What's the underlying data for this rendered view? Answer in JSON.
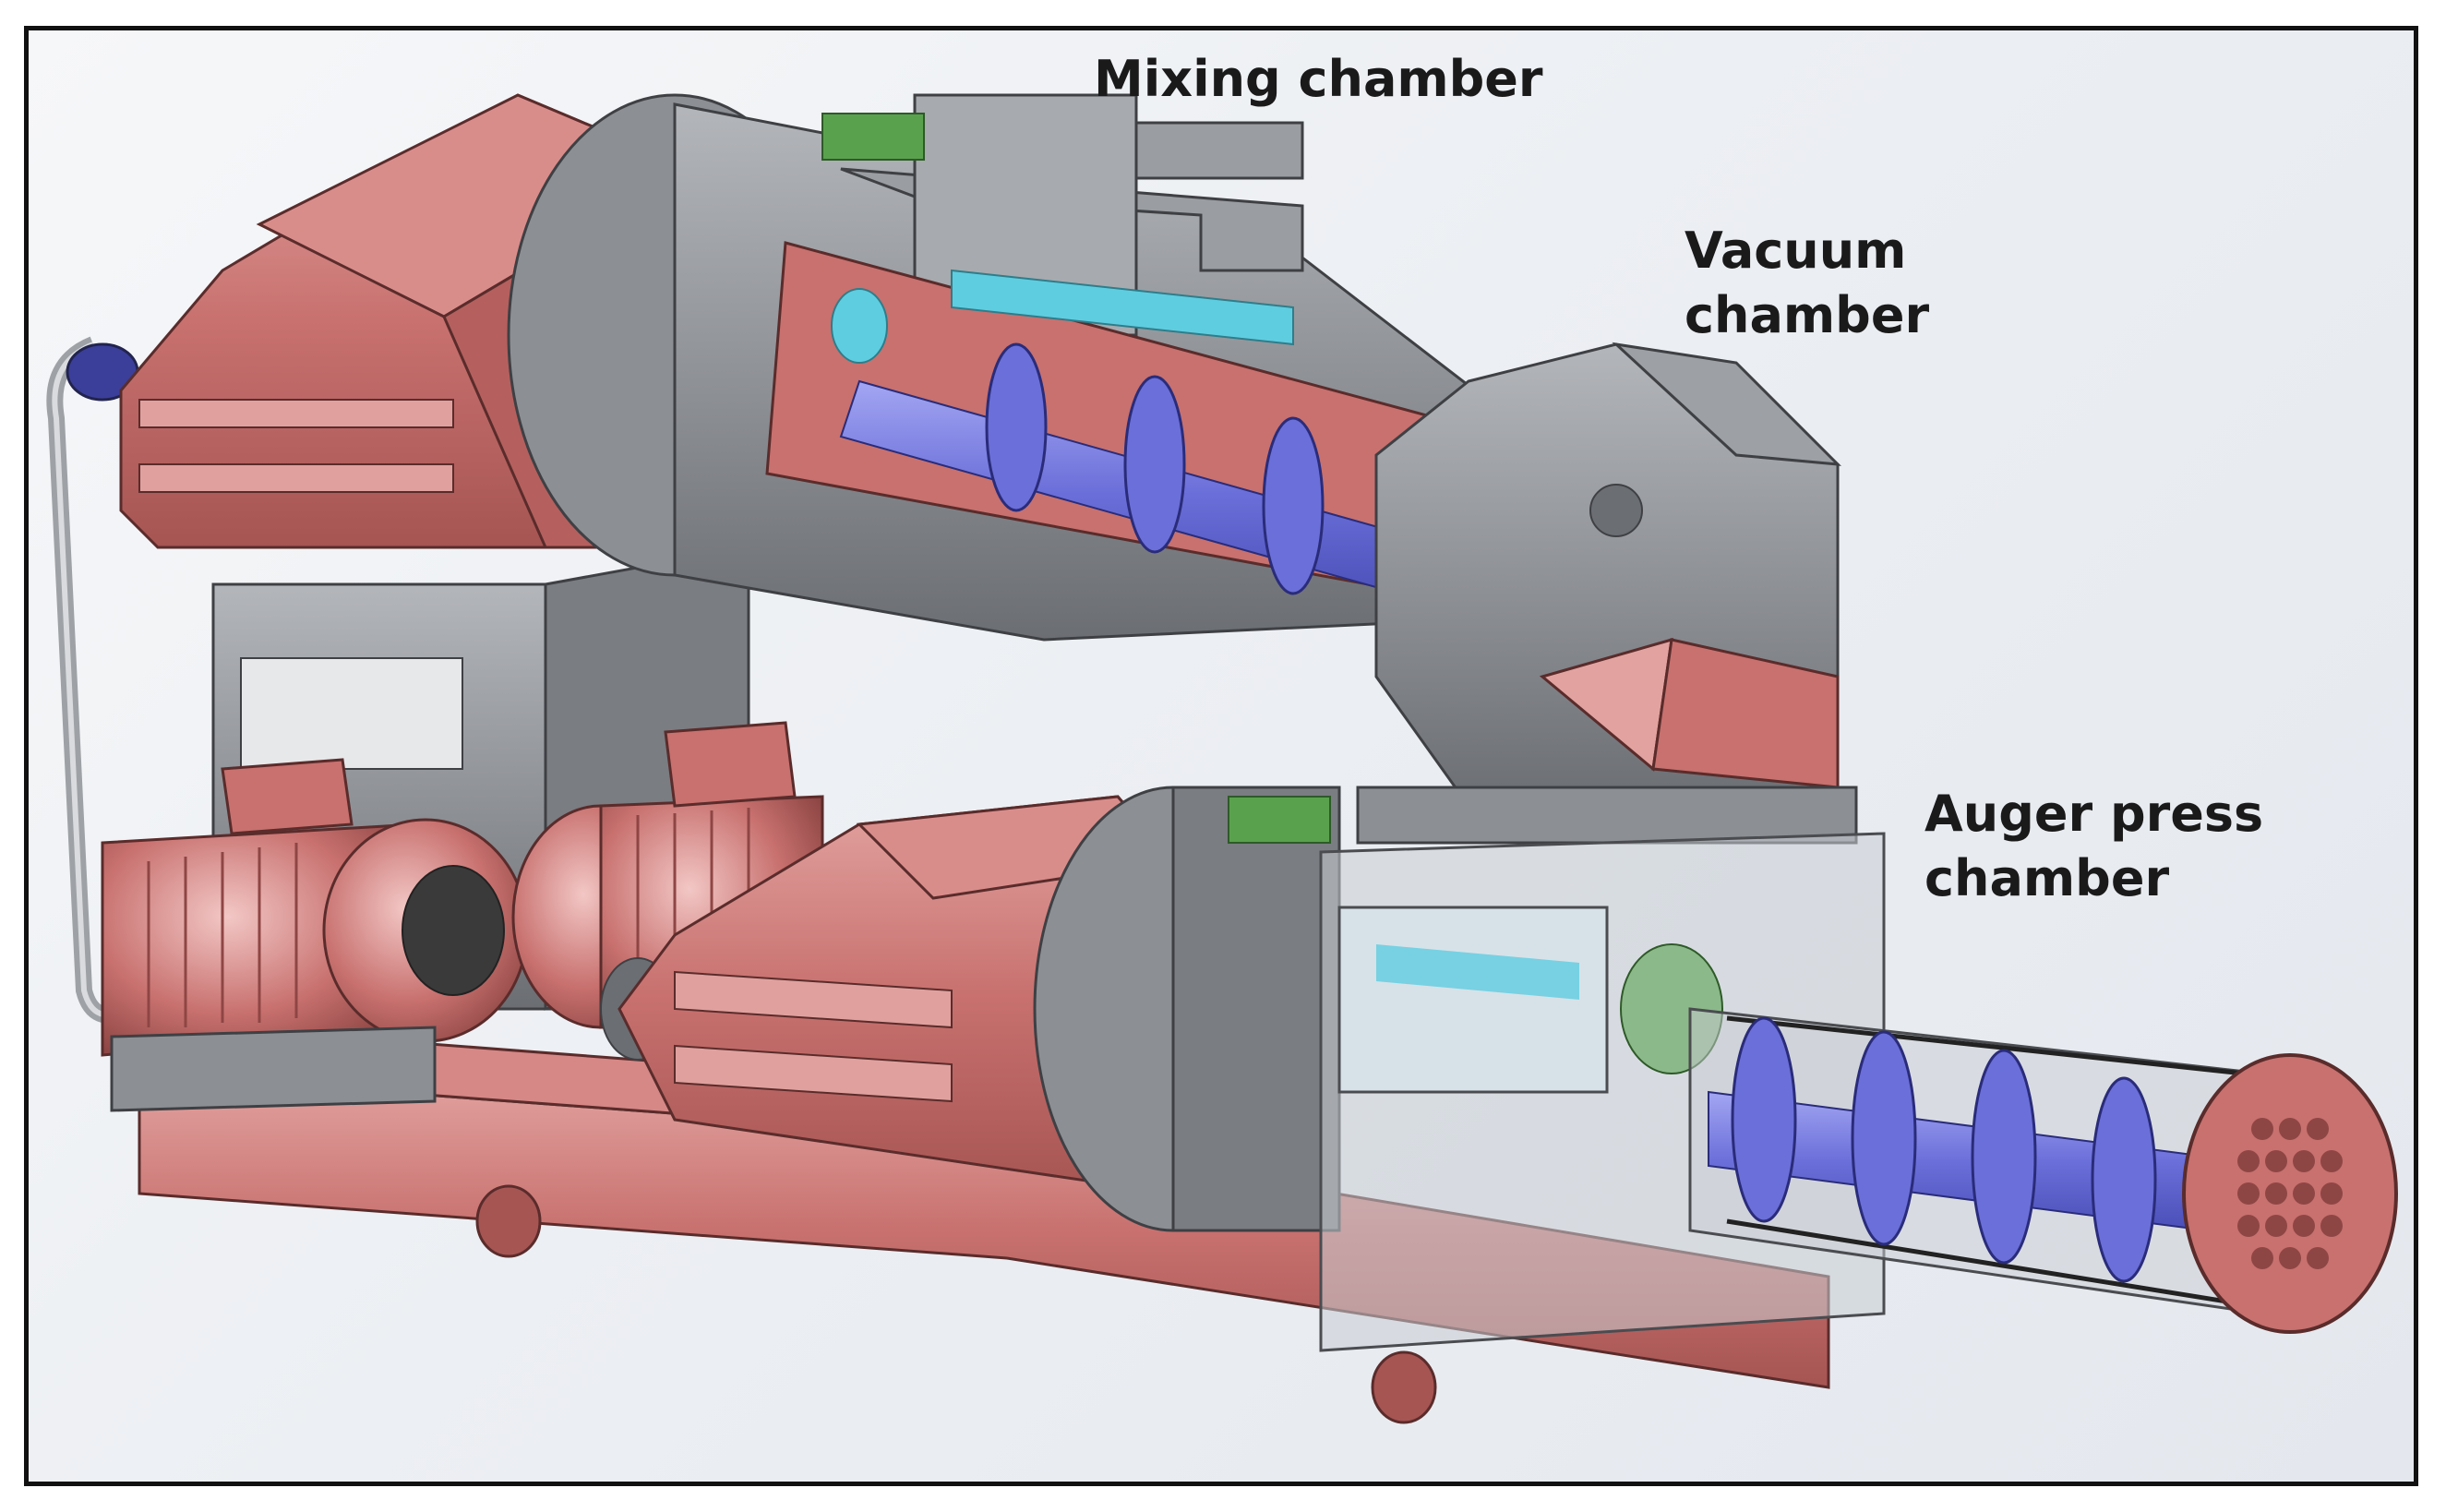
{
  "labels": {
    "mixing": "Mixing chamber",
    "vacuum": "Vacuum\nchamber",
    "auger": "Auger press\nchamber"
  },
  "colors": {
    "housing_red": "#c8716f",
    "housing_red_dark": "#a65553",
    "housing_red_light": "#e2a3a0",
    "steel_gray": "#8c8f94",
    "steel_gray_dark": "#6b6e73",
    "steel_gray_light": "#b3b6ba",
    "auger_blue": "#6b6fd9",
    "auger_blue_dark": "#4a4fb8",
    "accent_green": "#5aa14e",
    "accent_cyan": "#5fcde0"
  }
}
